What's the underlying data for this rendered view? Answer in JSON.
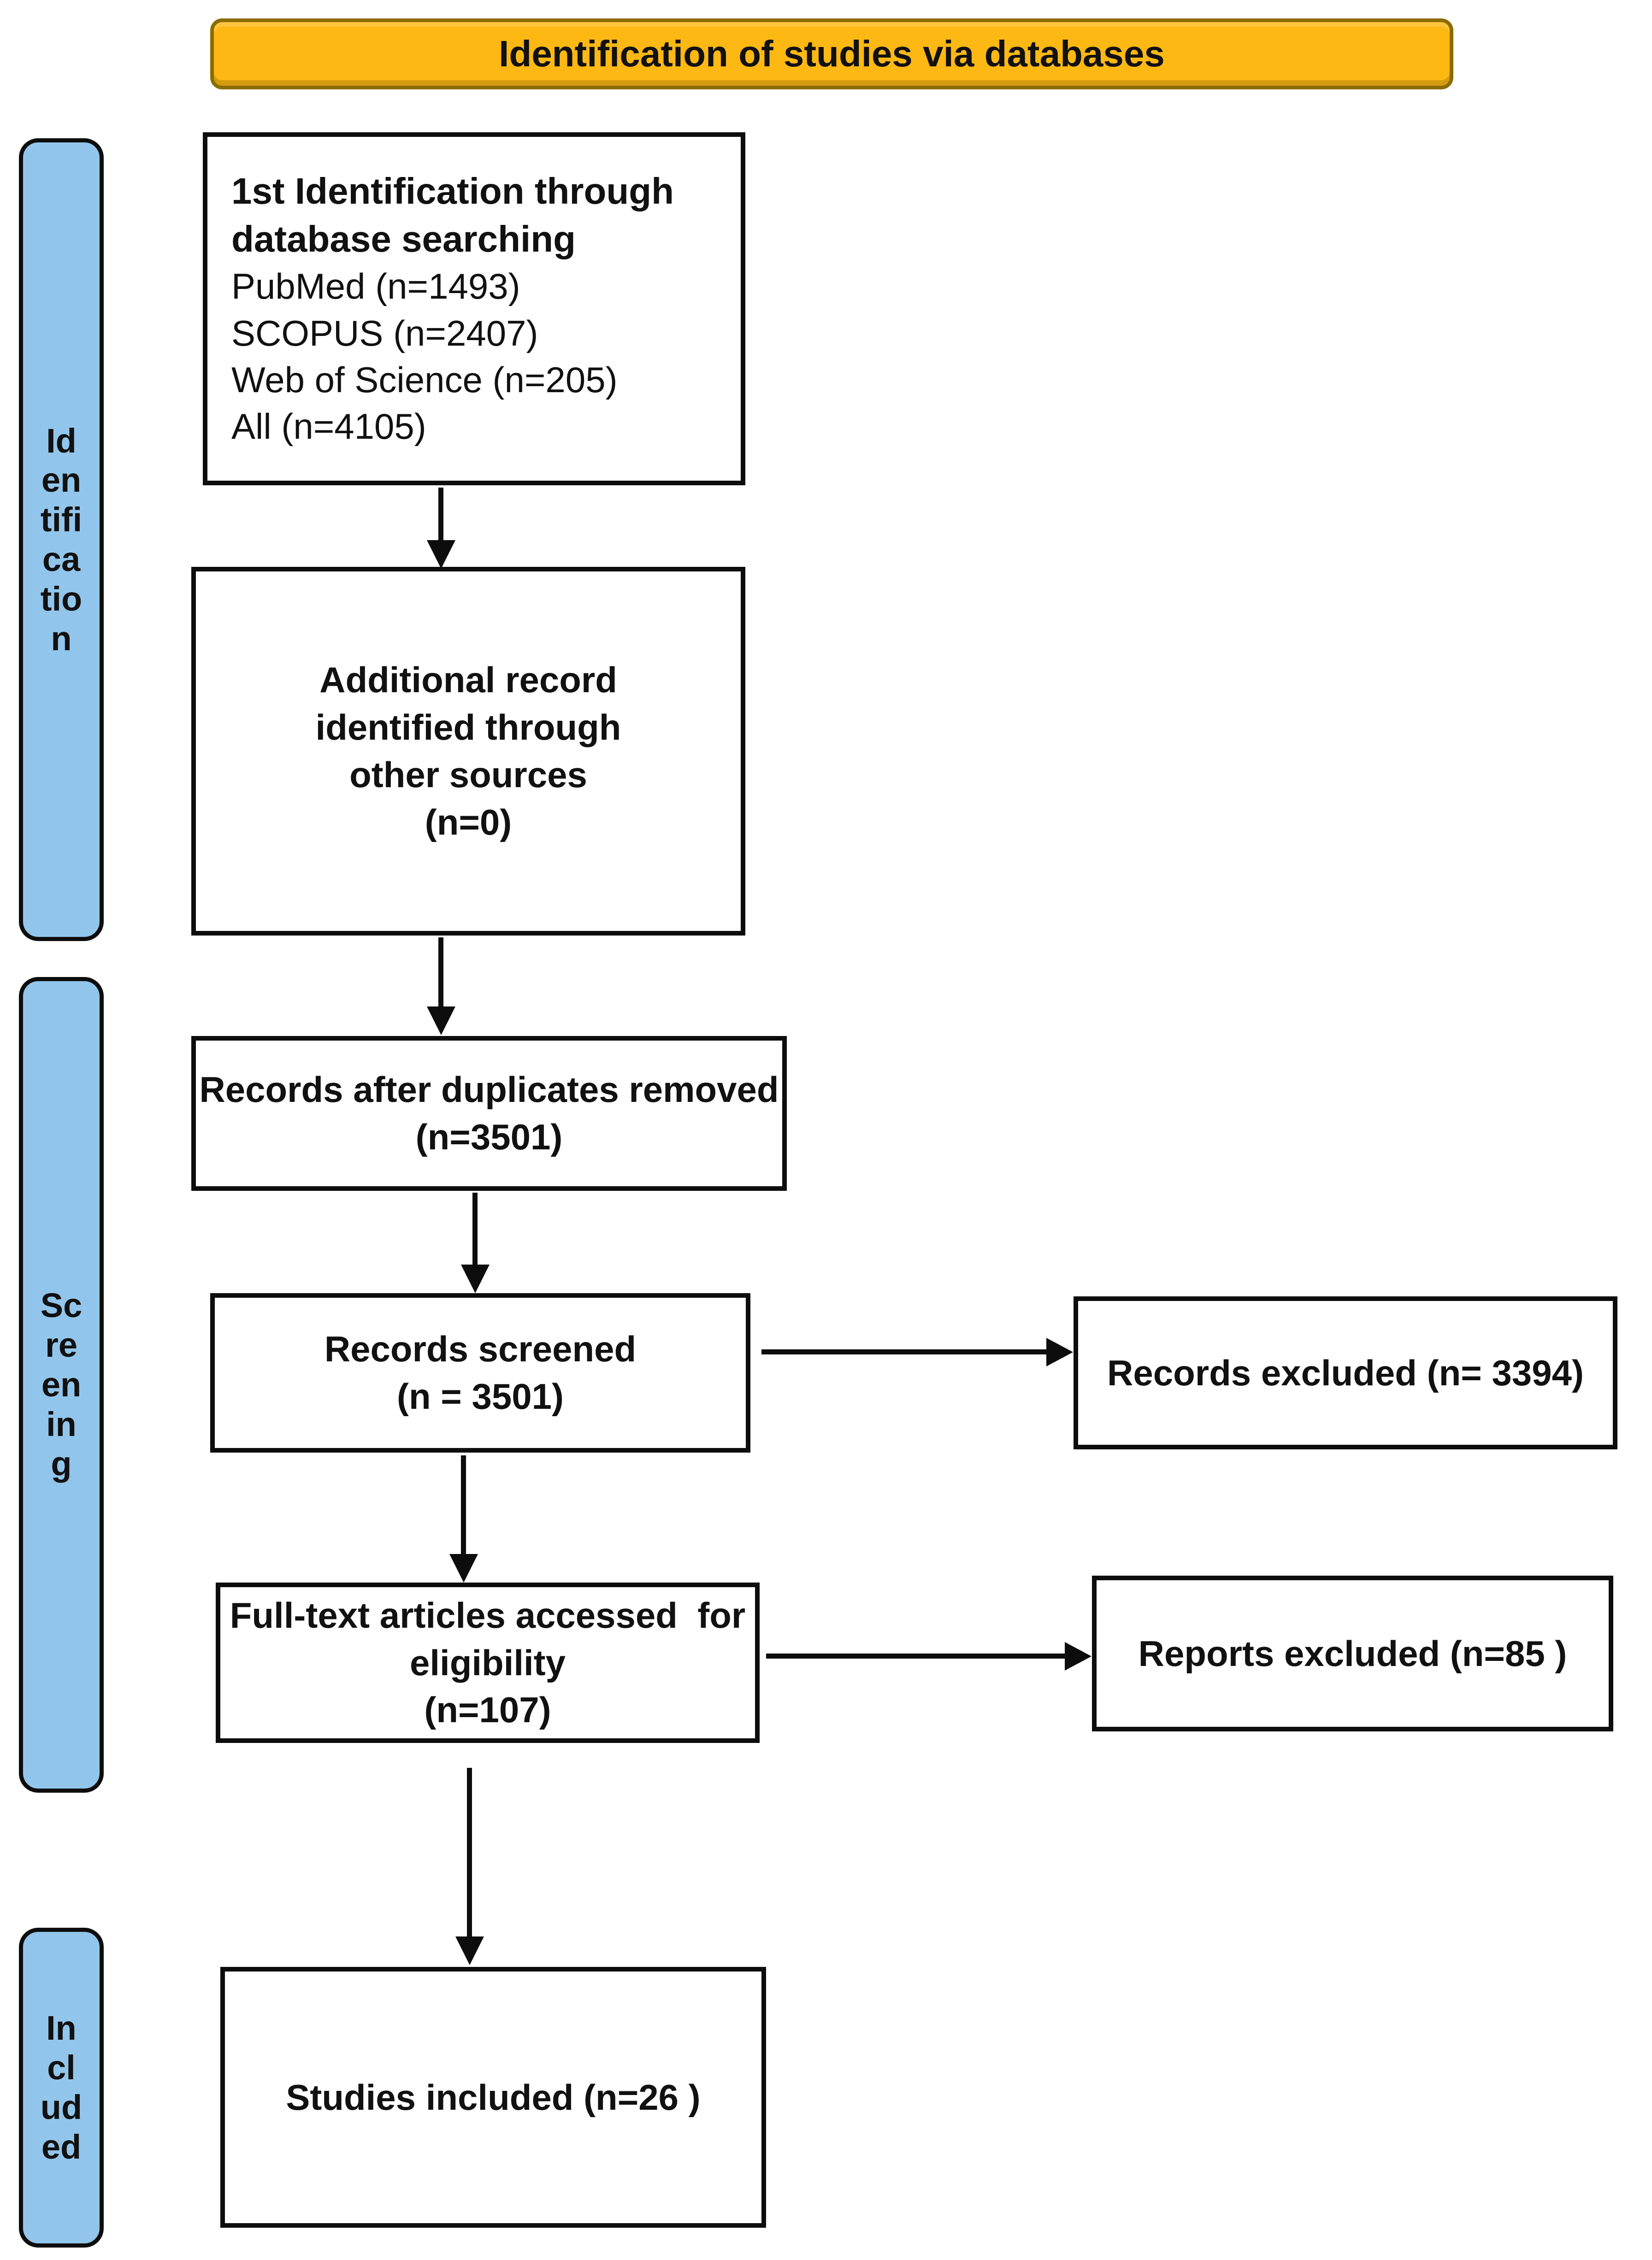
{
  "title_banner": {
    "label": "Identification of studies via databases"
  },
  "colors": {
    "banner_fill": "#FDB813",
    "banner_border": "#8A6D00",
    "stage_fill": "#92C5EB",
    "stage_border": "#0d0d0d",
    "box_border": "#0d0d0d",
    "arrow": "#0d0d0d",
    "text": "#111111",
    "background": "#ffffff"
  },
  "stages": {
    "identification": {
      "label": "Identification",
      "lines": [
        "Id",
        "en",
        "tifi",
        "ca",
        "tio",
        "n"
      ]
    },
    "screening": {
      "label": "Screening",
      "lines": [
        "Sc",
        "re",
        "en",
        "in",
        "g"
      ]
    },
    "included": {
      "label": "Included",
      "lines": [
        "In",
        "cl",
        "ud",
        "ed"
      ]
    }
  },
  "flow": {
    "database_search": {
      "heading_lines": [
        "1st Identification through",
        "database searching"
      ],
      "items": [
        "PubMed (n=1493)",
        "SCOPUS (n=2407)",
        "Web of Science (n=205)",
        "All (n=4105)"
      ]
    },
    "other_sources": {
      "lines": [
        "Additional record",
        "identified through",
        "other sources",
        "(n=0)"
      ]
    },
    "duplicates_removed": {
      "lines": [
        "Records after duplicates removed",
        "(n=3501)"
      ]
    },
    "records_screened": {
      "lines": [
        "Records screened",
        "(n = 3501)"
      ]
    },
    "records_excluded": {
      "label": "Records excluded (n= 3394)"
    },
    "fulltext_assessed": {
      "lines": [
        "Full-text articles accessed  for",
        "eligibility",
        "(n=107)"
      ]
    },
    "reports_excluded": {
      "label": "Reports excluded (n=85 )"
    },
    "studies_included": {
      "label": "Studies included (n=26 )"
    }
  }
}
